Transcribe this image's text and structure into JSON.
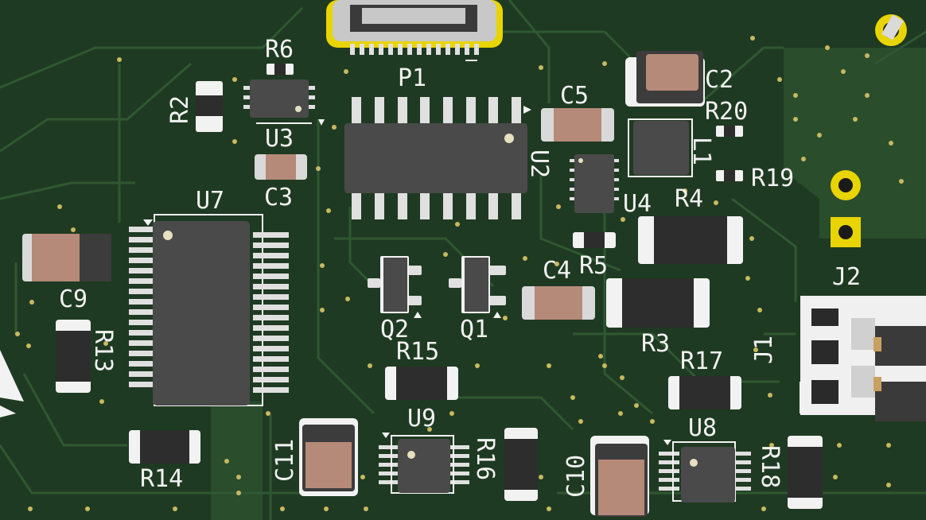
{
  "colors": {
    "board": "#1f3a22",
    "trace": "#2e5530",
    "copper_fill": "#2b4e2d",
    "silk": "#f2f2f2",
    "ic_body": "#4a4a4a",
    "pad_silver": "#d9d9d9",
    "cap_tan": "#b68a78",
    "gold": "#e8d400"
  },
  "labels": {
    "p1": "P1",
    "u2": "U2",
    "u3": "U3",
    "u4": "U4",
    "u7": "U7",
    "u8": "U8",
    "u9": "U9",
    "r2": "R2",
    "r3": "R3",
    "r4": "R4",
    "r5": "R5",
    "r6": "R6",
    "r13": "R13",
    "r14": "R14",
    "r15": "R15",
    "r16": "R16",
    "r17": "R17",
    "r18": "R18",
    "r19": "R19",
    "r20": "R20",
    "c2": "C2",
    "c3": "C3",
    "c4": "C4",
    "c5": "C5",
    "c9": "C9",
    "c10": "C10",
    "c11": "C11",
    "l1": "L1",
    "q1": "Q1",
    "q2": "Q2",
    "j1": "J1",
    "j2": "J2"
  }
}
